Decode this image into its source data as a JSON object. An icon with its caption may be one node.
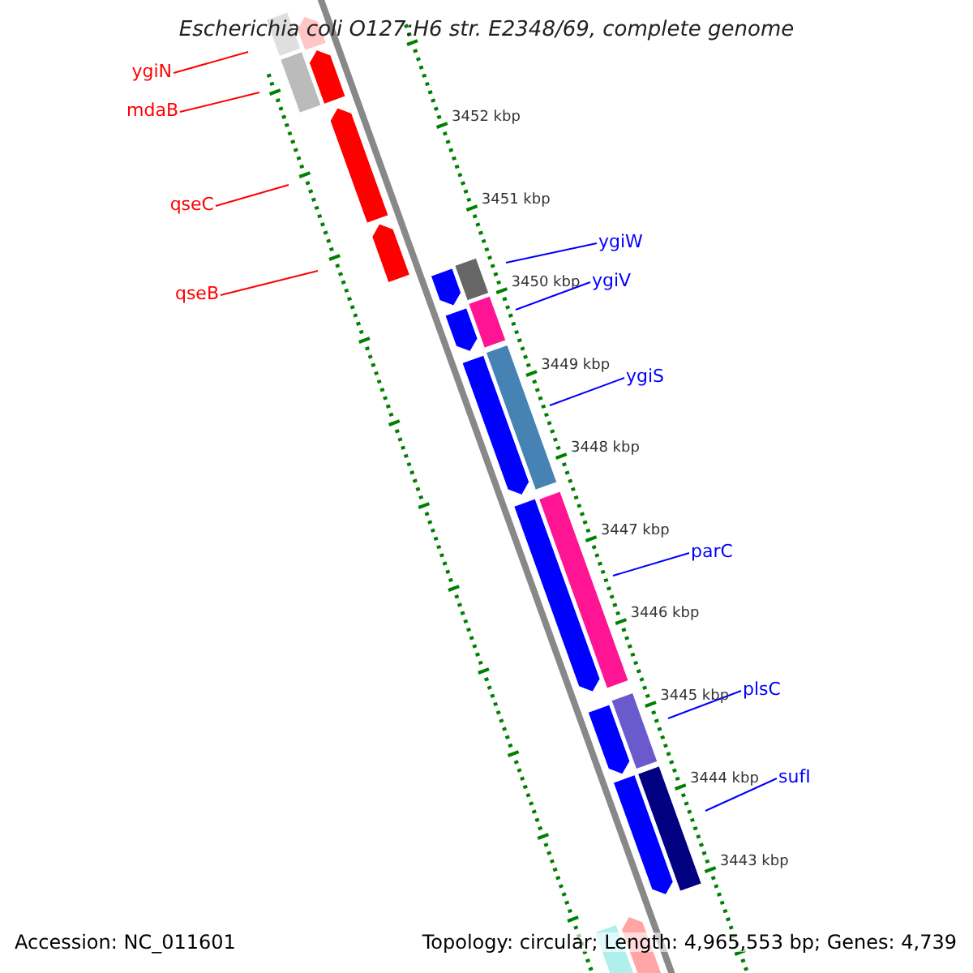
{
  "diagram": {
    "title": "Escherichia coli O127:H6 str. E2348/69, complete genome",
    "nodes": [
      {
        "text": [
          "ygiN"
        ]
      },
      {
        "text": [
          "mdaB"
        ]
      },
      {
        "text": [
          "qseC"
        ]
      },
      {
        "text": [
          "qseB"
        ]
      },
      {
        "text": [
          "ygiW"
        ]
      },
      {
        "text": [
          "ygiV"
        ]
      },
      {
        "text": [
          "ygiS"
        ]
      },
      {
        "text": [
          "parC"
        ]
      },
      {
        "text": [
          "plsC"
        ]
      },
      {
        "text": [
          "sufI"
        ]
      }
    ],
    "edges": [
      {
        "from": 0,
        "to": null,
        "arrow": "none",
        "color": "#ff0000"
      },
      {
        "from": 1,
        "to": null,
        "arrow": "none",
        "color": "#ff0000"
      },
      {
        "from": 2,
        "to": null,
        "arrow": "none",
        "color": "#ff0000"
      },
      {
        "from": 3,
        "to": null,
        "arrow": "none",
        "color": "#ff0000"
      },
      {
        "from": 4,
        "to": null,
        "arrow": "none"
      },
      {
        "from": 5,
        "to": null,
        "arrow": "none"
      },
      {
        "from": 6,
        "to": null,
        "arrow": "none"
      },
      {
        "from": 7,
        "to": null,
        "arrow": "none"
      },
      {
        "from": 8,
        "to": null,
        "arrow": "none"
      },
      {
        "from": 9,
        "to": null,
        "arrow": "none"
      }
    ],
    "labels": [
      "3452 kbp",
      "3451 kbp",
      "3450 kbp",
      "3449 kbp",
      "3448 kbp",
      "3447 kbp",
      "3446 kbp",
      "3445 kbp",
      "3444 kbp",
      "3443 kbp",
      "Accession: NC_011601",
      "Topology: circular; Length: 4,965,553 bp; Genes: 4,739"
    ]
  }
}
